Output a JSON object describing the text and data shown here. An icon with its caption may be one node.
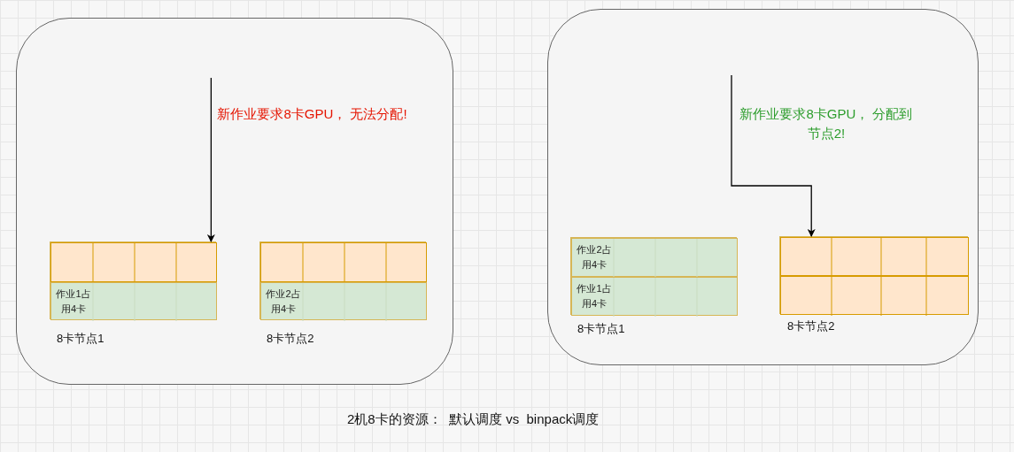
{
  "diagram": {
    "caption": "2机8卡的资源：  默认调度 vs  binpack调度",
    "nodes": [
      {
        "text": [],
        "shape": "box"
      },
      {
        "text": [],
        "shape": "box",
        "in": 0,
        "beside": [
          "8卡节点1"
        ]
      },
      {
        "text": [],
        "shape": "box",
        "in": 1
      },
      {
        "text": [
          "作业1占用4卡"
        ],
        "in": 1
      },
      {
        "text": [],
        "shape": "box",
        "in": 0,
        "beside": [
          "8卡节点2"
        ]
      },
      {
        "text": [],
        "shape": "box",
        "in": 4
      },
      {
        "text": [
          "作业2占用4卡"
        ],
        "in": 4
      },
      {
        "text": [],
        "shape": "box"
      },
      {
        "text": [],
        "shape": "box",
        "in": 7,
        "beside": [
          "8卡节点1"
        ]
      },
      {
        "text": [
          "作业2占用4卡"
        ],
        "in": 8
      },
      {
        "text": [
          "作业1占用4卡"
        ],
        "in": 8
      },
      {
        "text": [],
        "shape": "box",
        "in": 7,
        "beside": [
          "8卡节点2"
        ]
      },
      {
        "text": [],
        "shape": "box",
        "in": 11
      },
      {
        "text": [],
        "shape": "box",
        "in": 11
      }
    ],
    "edges": [
      {
        "from": null,
        "to": 1,
        "arrow": "to",
        "label": "新作业要求8卡GPU， 无法分配!"
      },
      {
        "from": null,
        "to": 11,
        "arrow": "to",
        "label": "新作业要求8卡GPU， 分配到节点2!"
      }
    ]
  }
}
